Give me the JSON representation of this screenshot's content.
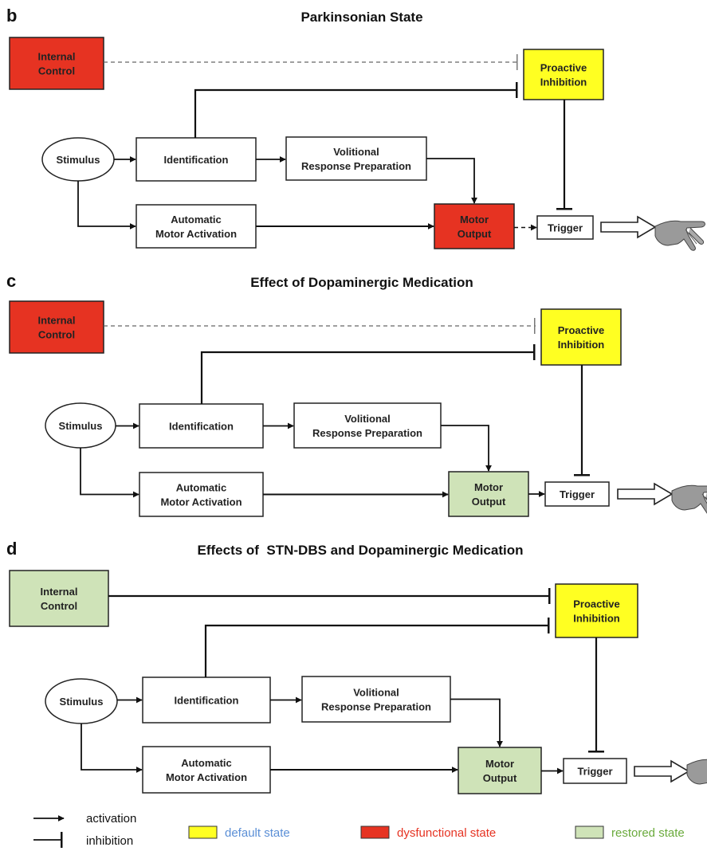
{
  "colors": {
    "default": "#ffff22",
    "dysfunctional": "#e63322",
    "restored": "#cfe3b8",
    "default_text": "#5b8fd6",
    "dysfunctional_text": "#e63322",
    "restored_text": "#6aaa3c"
  },
  "icons": {
    "hand": "hand-icon"
  },
  "panels": [
    {
      "letter": "b",
      "title": "Parkinsonian State",
      "internal_control": [
        "Internal",
        "Control"
      ],
      "internal_control_state": "dysfunctional",
      "proactive_inhibition": [
        "Proactive",
        "Inhibition"
      ],
      "stimulus": "Stimulus",
      "identification": "Identification",
      "volitional": [
        "Volitional",
        "Response Preparation"
      ],
      "automatic": [
        "Automatic",
        "Motor Activation"
      ],
      "motor_output": [
        "Motor",
        "Output"
      ],
      "motor_output_state": "dysfunctional",
      "trigger": "Trigger"
    },
    {
      "letter": "c",
      "title": "Effect of Dopaminergic Medication",
      "internal_control": [
        "Internal",
        "Control"
      ],
      "internal_control_state": "dysfunctional",
      "proactive_inhibition": [
        "Proactive",
        "Inhibition"
      ],
      "stimulus": "Stimulus",
      "identification": "Identification",
      "volitional": [
        "Volitional",
        "Response Preparation"
      ],
      "automatic": [
        "Automatic",
        "Motor Activation"
      ],
      "motor_output": [
        "Motor",
        "Output"
      ],
      "motor_output_state": "restored",
      "trigger": "Trigger"
    },
    {
      "letter": "d",
      "title": "Effects of  STN-DBS and Dopaminergic Medication",
      "internal_control": [
        "Internal",
        "Control"
      ],
      "internal_control_state": "restored",
      "proactive_inhibition": [
        "Proactive",
        "Inhibition"
      ],
      "stimulus": "Stimulus",
      "identification": "Identification",
      "volitional": [
        "Volitional",
        "Response Preparation"
      ],
      "automatic": [
        "Automatic",
        "Motor Activation"
      ],
      "motor_output": [
        "Motor",
        "Output"
      ],
      "motor_output_state": "restored",
      "trigger": "Trigger"
    }
  ],
  "legend": {
    "activation": "activation",
    "inhibition": "inhibition",
    "default_state": "default state",
    "dysfunctional_state": "dysfunctional state",
    "restored_state": "restored state"
  }
}
